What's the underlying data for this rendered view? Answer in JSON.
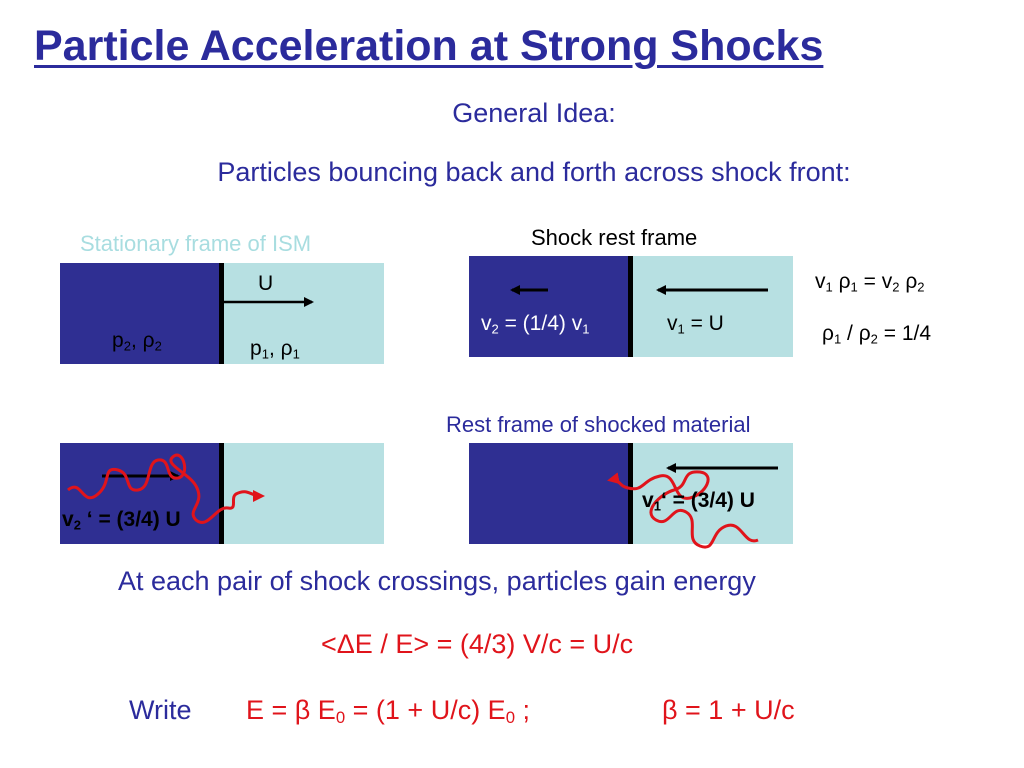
{
  "title": "Particle Acceleration at Strong Shocks",
  "general_idea": "General Idea:",
  "bouncing": "Particles bouncing back and forth across shock front:",
  "panels": {
    "stationary_label": "Stationary frame of ISM",
    "shock_rest_label": "Shock rest frame",
    "shocked_rest_label": "Rest frame of shocked material",
    "U": "U",
    "p2_text": "p",
    "p2_sub": "2",
    "rho2_sub": "2",
    "p1_text": "p",
    "p1_sub": "1",
    "rho1_sub": "1",
    "comma": ", ",
    "rho": "ρ",
    "v2_eq_text_a": "v",
    "v2_eq_sub": "2",
    "v2_eq_text_b": " = (1/4) v",
    "v2_eq_sub2": "1",
    "v1_eq_text_a": "v",
    "v1_eq_sub": "1",
    "v1_eq_text_b": " = U",
    "v2prime_a": "v",
    "v2prime_sub": "2",
    "v2prime_b": " ‘ = (3/4) U",
    "v1prime_a": "v",
    "v1prime_sub": "1",
    "v1prime_b": "‘ = (3/4) U"
  },
  "relations": {
    "continuity_a": "v",
    "continuity_sub1": "1",
    "continuity_rho": "ρ",
    "continuity_sub1b": "1",
    "continuity_eq": " = v",
    "continuity_sub2": "2",
    "continuity_sub2b": "2",
    "ratio_rho": "ρ",
    "ratio_sub1": "1",
    "ratio_slash": " / ",
    "ratio_sub2": "2",
    "ratio_val": " = 1/4"
  },
  "bottom": {
    "gain_text": "At each pair of shock crossings, particles gain energy",
    "delta_formula": "<ΔE / E> = (4/3) V/c = U/c",
    "write_label": "Write",
    "energy_a": "E = β E",
    "energy_sub0": "0",
    "energy_b": " = (1 + U/c) E",
    "energy_sub0b": "0",
    "energy_c": " ;",
    "beta_formula": "β = 1 + U/c"
  },
  "colors": {
    "title": "#2b2b9c",
    "downstream": "#2f2f92",
    "upstream": "#b7e0e2",
    "particle_path": "#e0141b",
    "formula": "#e0141b"
  }
}
